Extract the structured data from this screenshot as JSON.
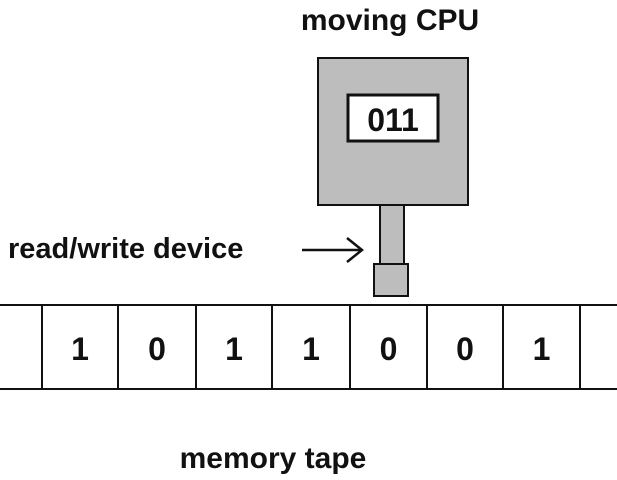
{
  "cpu": {
    "title": "moving CPU",
    "state": "011"
  },
  "head": {
    "label": "read/write device"
  },
  "tape": {
    "label": "memory tape",
    "cells": [
      "1",
      "0",
      "1",
      "1",
      "0",
      "0",
      "1"
    ]
  },
  "colors": {
    "cpu_fill": "#bdbdbd",
    "outline": "#111111",
    "background": "#ffffff"
  }
}
